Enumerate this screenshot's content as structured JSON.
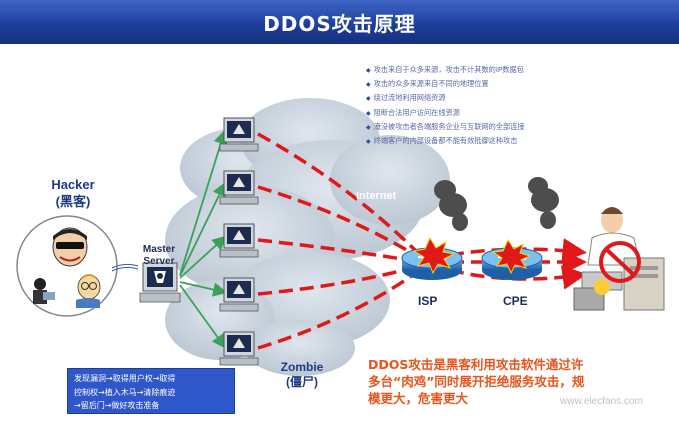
{
  "title": "DDOS攻击原理",
  "bullets": [
    "攻击来自于众多来源，攻击不计其数的IP数据包",
    "攻击的众多来源来自不同的地理位置",
    "绕过流地利用网络资源",
    "阻断合法用户访问在线资源",
    "淹没被攻击者各端服务企业与互联网的全部连接",
    "终端客户的内部设备都不能有效抵御这种攻击"
  ],
  "labels": {
    "hacker": "Hacker",
    "hacker_cn": "(黑客)",
    "master_line1": "Master",
    "master_line2": "Server",
    "internet": "Internet",
    "isp": "ISP",
    "cpe": "CPE",
    "zombie": "Zombie",
    "zombie_cn": "(僵尸)"
  },
  "summary": [
    "DDOS攻击是黑客利用攻击软件通过许",
    "多台“肉鸡”同时展开拒绝服务攻击，规",
    "模更大，危害更大"
  ],
  "steps": [
    "发现漏洞→取得用户权→取得",
    "控制权→植入木马→清除痕迹",
    "→留后门→做好攻击准备"
  ],
  "watermark": "www.elecfans.com",
  "colors": {
    "title_bg": "#1f3f9c",
    "attack_line": "#e01818",
    "control_line": "#3aa05a",
    "cloud": "#c8d2dd",
    "summary_text": "#e8541a",
    "steps_bg": "#2f57c9"
  }
}
